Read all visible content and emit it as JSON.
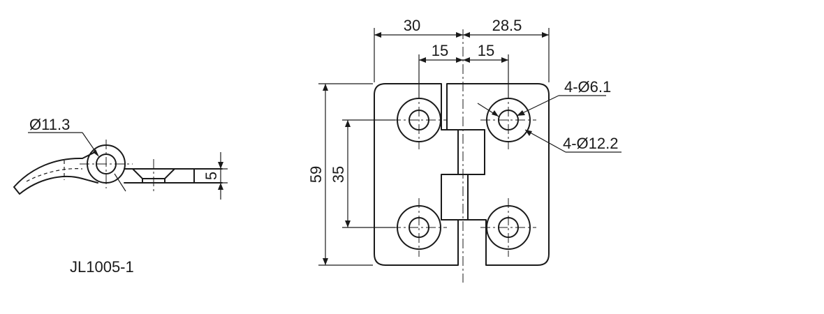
{
  "model_label": "JL1005-1",
  "side_view": {
    "pin_diameter": "Ø11.3",
    "thickness": "5"
  },
  "front_view": {
    "leaf_width_left": "30",
    "leaf_width_right": "28.5",
    "hole_offset_left": "15",
    "hole_offset_right": "15",
    "overall_height": "59",
    "hole_spacing": "35",
    "hole_diameter": "4-Ø6.1",
    "counterbore_diameter": "4-Ø12.2"
  }
}
